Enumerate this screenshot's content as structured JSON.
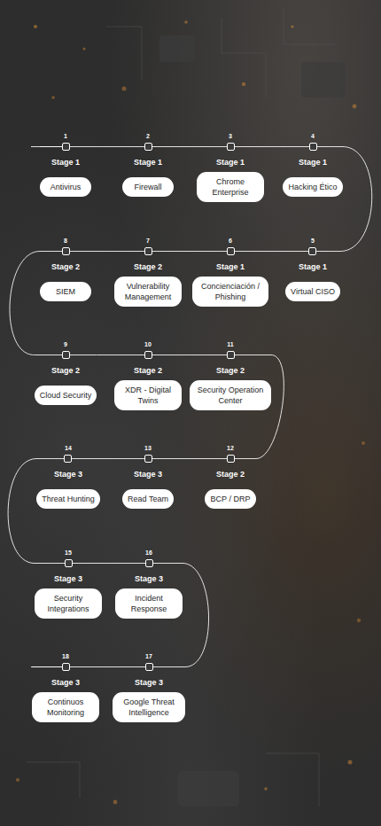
{
  "diagram": {
    "nodes": [
      {
        "text": [
          "1",
          "Stage 1",
          "Antivirus"
        ]
      },
      {
        "text": [
          "2",
          "Stage 1",
          "Firewall"
        ]
      },
      {
        "text": [
          "3",
          "Stage 1",
          "Chrome Enterprise"
        ]
      },
      {
        "text": [
          "4",
          "Stage 1",
          "Hacking Ético"
        ]
      },
      {
        "text": [
          "5",
          "Stage 1",
          "Virtual CISO"
        ]
      },
      {
        "text": [
          "6",
          "Stage 1",
          "Concienciación / Phishing"
        ]
      },
      {
        "text": [
          "7",
          "Stage 2",
          "Vulnerability Management"
        ]
      },
      {
        "text": [
          "8",
          "Stage 2",
          "SIEM"
        ]
      },
      {
        "text": [
          "9",
          "Stage 2",
          "Cloud Security"
        ]
      },
      {
        "text": [
          "10",
          "Stage 2",
          "XDR - Digital Twins"
        ]
      },
      {
        "text": [
          "11",
          "Stage 2",
          "Security Operation Center"
        ]
      },
      {
        "text": [
          "12",
          "Stage 2",
          "BCP / DRP"
        ]
      },
      {
        "text": [
          "13",
          "Stage 3",
          "Read Team"
        ]
      },
      {
        "text": [
          "14",
          "Stage 3",
          "Threat Hunting"
        ]
      },
      {
        "text": [
          "15",
          "Stage 3",
          "Security Integrations"
        ]
      },
      {
        "text": [
          "16",
          "Stage 3",
          "Incident Response"
        ]
      },
      {
        "text": [
          "17",
          "Stage 3",
          "Google Threat Intelligence"
        ]
      },
      {
        "text": [
          "18",
          "Stage 3",
          "Continuos Monitoring"
        ]
      }
    ],
    "edges": [
      {
        "from": 0,
        "to": 1,
        "arrow": "none"
      },
      {
        "from": 1,
        "to": 2,
        "arrow": "none"
      },
      {
        "from": 2,
        "to": 3,
        "arrow": "none"
      },
      {
        "from": 3,
        "to": 4,
        "arrow": "none"
      },
      {
        "from": 4,
        "to": 5,
        "arrow": "none"
      },
      {
        "from": 5,
        "to": 6,
        "arrow": "none"
      },
      {
        "from": 6,
        "to": 7,
        "arrow": "none"
      },
      {
        "from": 7,
        "to": 8,
        "arrow": "none"
      },
      {
        "from": 8,
        "to": 9,
        "arrow": "none"
      },
      {
        "from": 9,
        "to": 10,
        "arrow": "none"
      },
      {
        "from": 10,
        "to": 11,
        "arrow": "none"
      },
      {
        "from": 11,
        "to": 12,
        "arrow": "none"
      },
      {
        "from": 12,
        "to": 13,
        "arrow": "none"
      },
      {
        "from": 13,
        "to": 14,
        "arrow": "none"
      },
      {
        "from": 14,
        "to": 15,
        "arrow": "none"
      },
      {
        "from": 15,
        "to": 16,
        "arrow": "none"
      },
      {
        "from": 16,
        "to": 17,
        "arrow": "none"
      }
    ]
  }
}
